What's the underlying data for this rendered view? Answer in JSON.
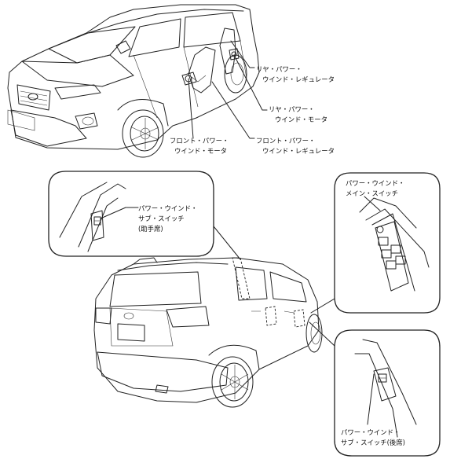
{
  "labels": {
    "rear_regulator_1": "リヤ・パワー・",
    "rear_regulator_2": "ウインド・レギュレータ",
    "rear_motor_1": "リヤ・パワー・",
    "rear_motor_2": "ウインド・モータ",
    "front_motor_1": "フロント・パワー・",
    "front_motor_2": "ウインド・モータ",
    "front_regulator_1": "フロント・パワー・",
    "front_regulator_2": "ウインド・レギュレータ",
    "main_switch_1": "パワー・ウインド・",
    "main_switch_2": "メイン・スイッチ",
    "sub_switch_passenger_1": "パワー・ウインド・",
    "sub_switch_passenger_2": "サブ・スイッチ",
    "sub_switch_passenger_3": "(助手席)",
    "sub_switch_rear_1": "パワー・ウインド・",
    "sub_switch_rear_2": "サブ・スイッチ(後席)"
  }
}
